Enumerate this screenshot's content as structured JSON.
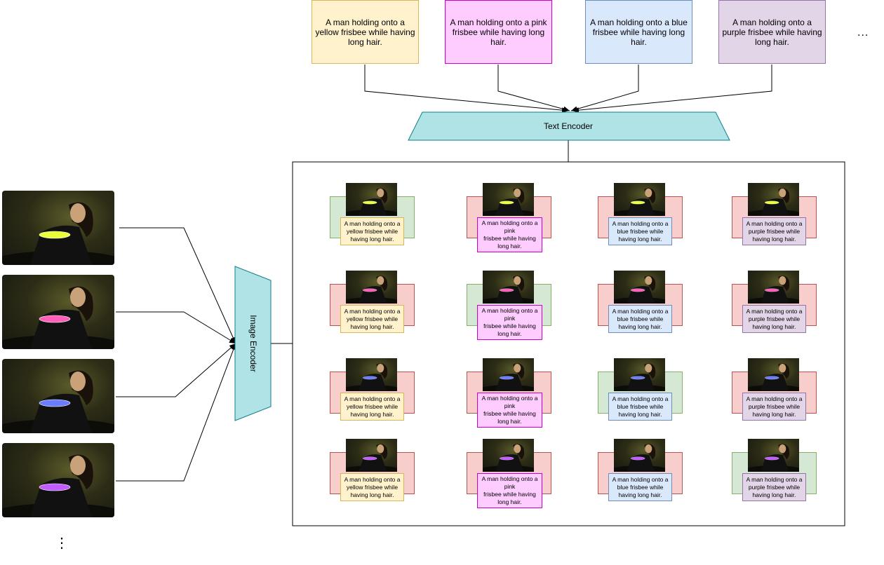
{
  "captions": [
    {
      "text": "A man holding onto a yellow frisbee while having long hair.",
      "fill": "#fff2cc",
      "stroke": "#d6b656"
    },
    {
      "text": "A man holding onto a pink frisbee while having long hair.",
      "fill": "#ffccff",
      "stroke": "#cc00cc"
    },
    {
      "text": "A man holding onto a blue frisbee while having long hair.",
      "fill": "#dae8fc",
      "stroke": "#6c8ebf"
    },
    {
      "text": "A man holding onto a purple frisbee while having long hair.",
      "fill": "#e1d5e7",
      "stroke": "#9673a6"
    }
  ],
  "captions_more": "...",
  "text_encoder_label": "Text Encoder",
  "image_encoder_label": "Image Encoder",
  "images_more": "⋮",
  "frisbee_colors": [
    "#e8ff3a",
    "#ff5fb8",
    "#6b7dff",
    "#c25cff"
  ],
  "cell_captions": [
    [
      "A man holding onto a yellow frisbee while having long hair.",
      "A man holding onto a pink\nfrisbee while having long hair.",
      "A man holding onto a blue frisbee while having long hair.",
      "A man holding onto a purple frisbee while having long hair."
    ]
  ],
  "match_colors": {
    "match_fill": "#d5e8d4",
    "match_stroke": "#82b366",
    "mismatch_fill": "#f8cecc",
    "mismatch_stroke": "#b85450"
  },
  "match_matrix": [
    [
      true,
      false,
      false,
      false
    ],
    [
      false,
      true,
      false,
      false
    ],
    [
      false,
      false,
      true,
      false
    ],
    [
      false,
      false,
      false,
      true
    ]
  ]
}
